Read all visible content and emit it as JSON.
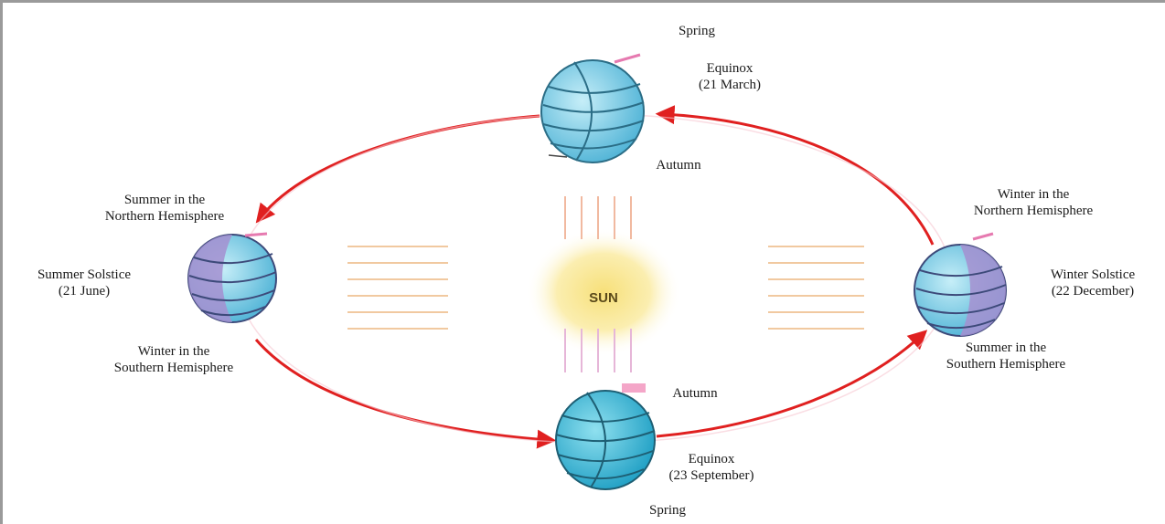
{
  "sun_label": "SUN",
  "top": {
    "season_top": "Spring",
    "event_line1": "Equinox",
    "event_line2": "(21 March)",
    "season_bottom": "Autumn"
  },
  "bottom": {
    "season_top": "Autumn",
    "event_line1": "Equinox",
    "event_line2": "(23 September)",
    "season_bottom": "Spring"
  },
  "left": {
    "hemisphere_top_line1": "Summer in the",
    "hemisphere_top_line2": "Northern Hemisphere",
    "event_line1": "Summer Solstice",
    "event_line2": "(21 June)",
    "hemisphere_bottom_line1": "Winter in the",
    "hemisphere_bottom_line2": "Southern Hemisphere"
  },
  "right": {
    "hemisphere_top_line1": "Winter in the",
    "hemisphere_top_line2": "Northern Hemisphere",
    "event_line1": "Winter Solstice",
    "event_line2": "(22 December)",
    "hemisphere_bottom_line1": "Summer in the",
    "hemisphere_bottom_line2": "Southern Hemisphere"
  },
  "colors": {
    "orbit": "#e02020",
    "globe_blue": "#6fc8e6",
    "globe_purple": "#a58fd0",
    "sun_glow": "#f7e58a",
    "ray": "#f1c9a0"
  }
}
